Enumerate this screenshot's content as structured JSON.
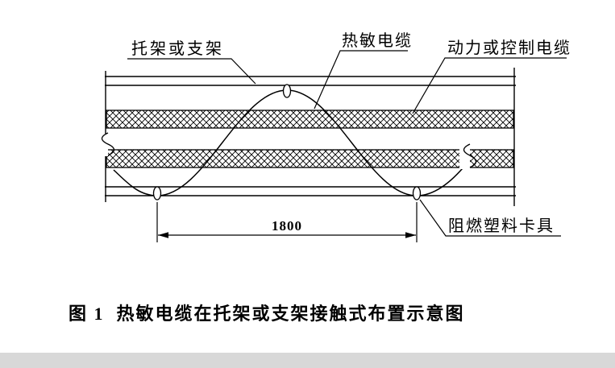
{
  "figure": {
    "labels": {
      "bracket": "托架或支架",
      "heat_cable": "热敏电缆",
      "power_cable": "动力或控制电缆",
      "clip": "阻燃塑料卡具"
    },
    "dimension": "1800",
    "caption": "图 1  热敏电缆在托架或支架接触式布置示意图"
  },
  "colors": {
    "line": "#000000",
    "page_bg": "#ffffff",
    "bottom_strip": "#d8d8d8"
  }
}
